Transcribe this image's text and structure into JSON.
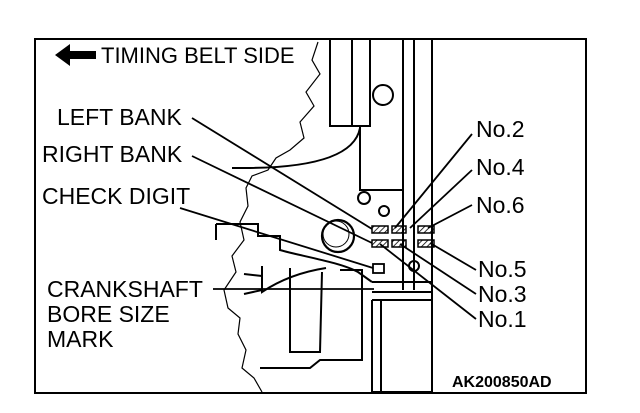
{
  "diagram": {
    "header": "TIMING BELT SIDE",
    "labels": {
      "left_bank": "LEFT BANK",
      "right_bank": "RIGHT BANK",
      "check_digit": "CHECK DIGIT",
      "crankshaft_line1": "CRANKSHAFT",
      "crankshaft_line2": "BORE SIZE",
      "crankshaft_line3": "MARK"
    },
    "cylinders": {
      "no2": "No.2",
      "no4": "No.4",
      "no6": "No.6",
      "no5": "No.5",
      "no3": "No.3",
      "no1": "No.1"
    },
    "figure_code": "AK200850AD"
  }
}
